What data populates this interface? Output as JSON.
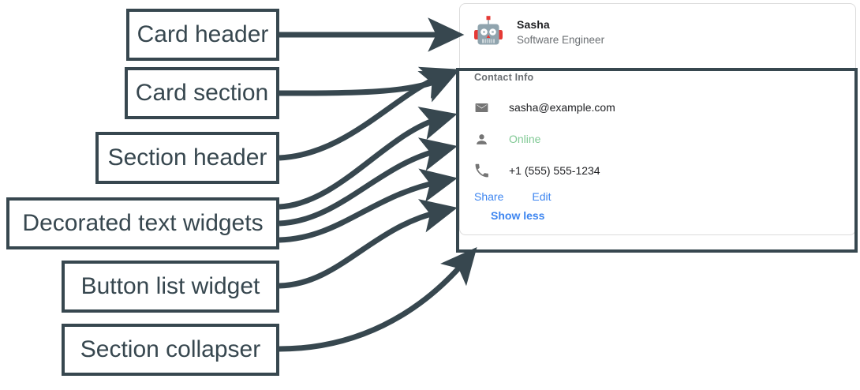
{
  "annotations": {
    "boxes": [
      {
        "id": "card-header",
        "label": "Card header"
      },
      {
        "id": "card-section",
        "label": "Card section"
      },
      {
        "id": "section-header",
        "label": "Section header"
      },
      {
        "id": "decorated",
        "label": "Decorated text widgets"
      },
      {
        "id": "button-list",
        "label": "Button list widget"
      },
      {
        "id": "collapser",
        "label": "Section collapser"
      }
    ],
    "stroke_color": "#37474f"
  },
  "card": {
    "header": {
      "avatar_icon": "robot-avatar-icon",
      "name": "Sasha",
      "role": "Software Engineer"
    },
    "section": {
      "header": "Contact Info",
      "rows": [
        {
          "icon": "email-icon",
          "text": "sasha@example.com",
          "style": "default"
        },
        {
          "icon": "person-icon",
          "text": "Online",
          "style": "status"
        },
        {
          "icon": "phone-icon",
          "text": "+1 (555) 555-1234",
          "style": "default"
        }
      ],
      "buttons": [
        {
          "label": "Share"
        },
        {
          "label": "Edit"
        }
      ],
      "collapser": {
        "label": "Show less"
      }
    }
  },
  "colors": {
    "annotation": "#37474f",
    "link": "#3d85f0",
    "status_green": "#81c995",
    "muted_text": "#6b6f73",
    "icon_gray": "#757575",
    "card_border": "#dcdcdc"
  }
}
